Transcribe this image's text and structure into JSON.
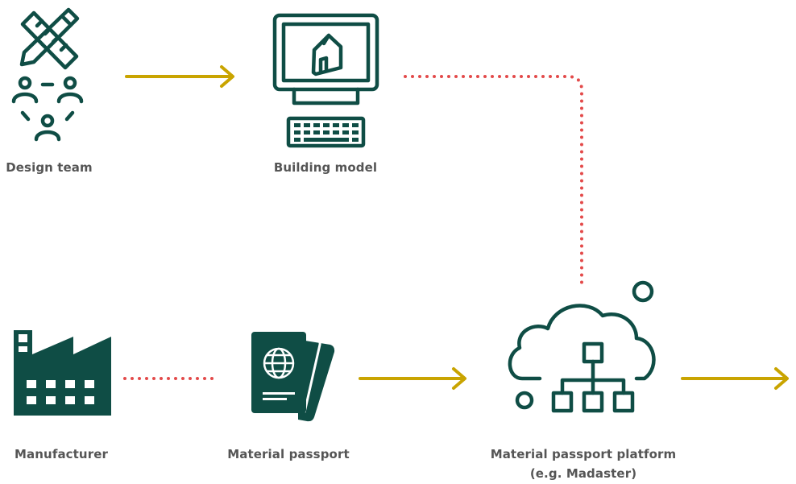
{
  "colors": {
    "icon": "#0f4d45",
    "arrow": "#c9a400",
    "dotted": "#e34a4a",
    "label": "#555555"
  },
  "nodes": {
    "design_team": {
      "label": "Design team",
      "icon": "pencil-ruler-team-icon"
    },
    "building_model": {
      "label": "Building model",
      "icon": "computer-house-icon"
    },
    "manufacturer": {
      "label": "Manufacturer",
      "icon": "factory-icon"
    },
    "material_passport": {
      "label": "Material passport",
      "icon": "passport-icon"
    },
    "platform": {
      "label_line1": "Material passport platform",
      "label_line2": "(e.g. Madaster)",
      "icon": "cloud-network-icon"
    }
  },
  "connections": [
    {
      "from": "design_team",
      "to": "building_model",
      "style": "solid-arrow"
    },
    {
      "from": "building_model",
      "to": "platform",
      "style": "dotted"
    },
    {
      "from": "manufacturer",
      "to": "material_passport",
      "style": "dotted"
    },
    {
      "from": "material_passport",
      "to": "platform",
      "style": "solid-arrow"
    },
    {
      "from": "platform",
      "to": "output",
      "style": "solid-arrow"
    }
  ]
}
